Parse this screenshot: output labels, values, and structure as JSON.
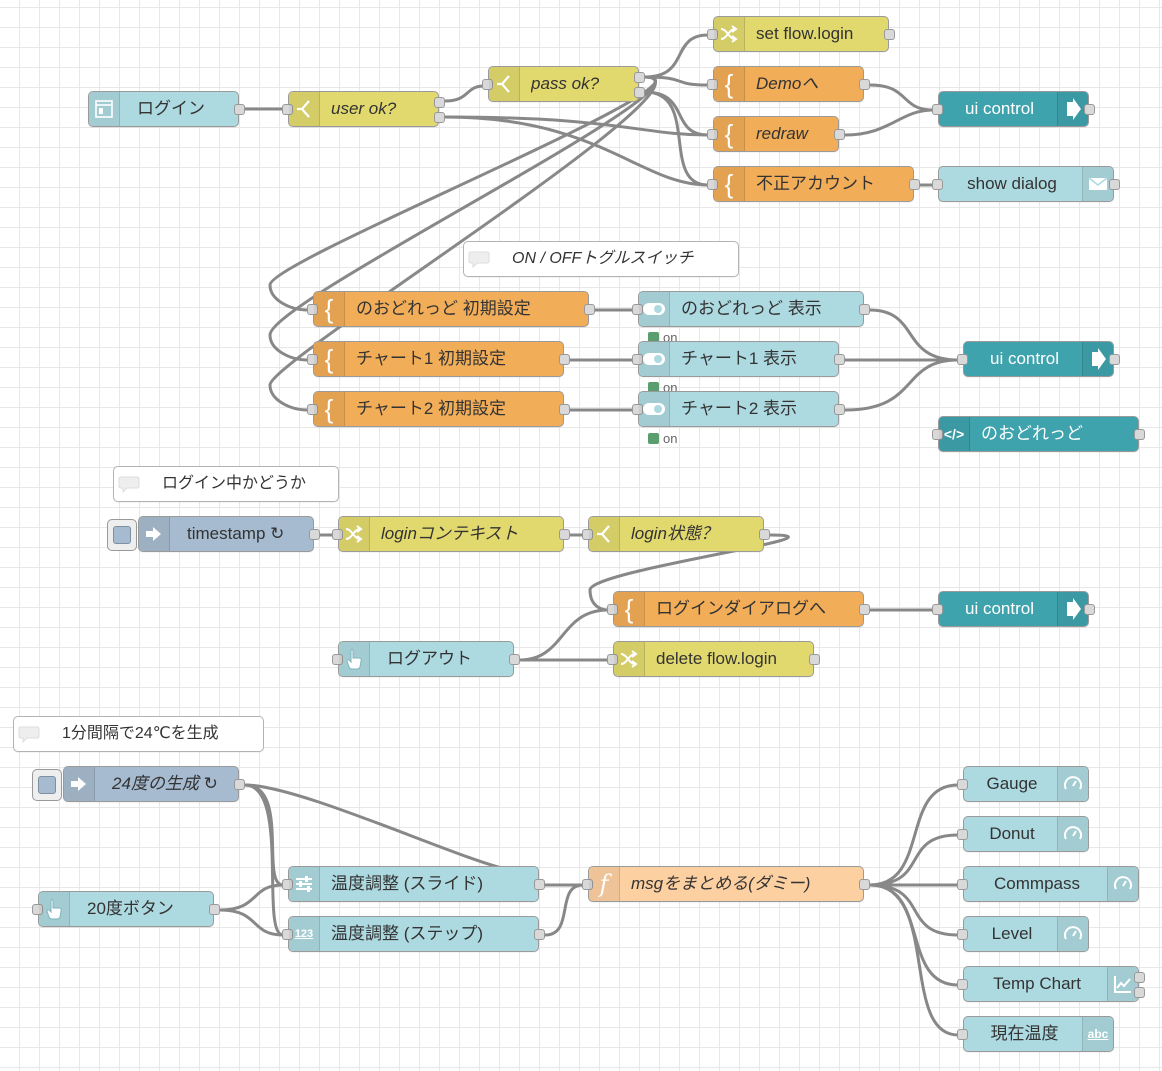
{
  "nodes": {
    "login_form": {
      "label": "ログイン",
      "icon": "form-icon"
    },
    "user_ok": {
      "label": "user ok?",
      "icon": "switch-icon"
    },
    "pass_ok": {
      "label": "pass ok?",
      "icon": "switch-icon"
    },
    "set_flow_login": {
      "label": "set flow.login",
      "icon": "shuffle-icon"
    },
    "demo_fn": {
      "label": "Demoへ",
      "icon": "brace-icon"
    },
    "redraw_fn": {
      "label": "redraw",
      "icon": "brace-icon"
    },
    "invalid_account": {
      "label": "不正アカウント",
      "icon": "brace-icon"
    },
    "ui_control_1": {
      "label": "ui control",
      "icon": "arrow-right-icon"
    },
    "show_dialog": {
      "label": "show dialog",
      "icon": "envelope-icon"
    },
    "comment_toggle": {
      "label": "ON / OFFトグルスイッチ"
    },
    "nodored_init": {
      "label": "のおどれっど 初期設定",
      "icon": "brace-icon"
    },
    "chart1_init": {
      "label": "チャート1 初期設定",
      "icon": "brace-icon"
    },
    "chart2_init": {
      "label": "チャート2 初期設定",
      "icon": "brace-icon"
    },
    "nodored_show": {
      "label": "のおどれっど 表示",
      "icon": "toggle-icon",
      "status": "on"
    },
    "chart1_show": {
      "label": "チャート1 表示",
      "icon": "toggle-icon",
      "status": "on"
    },
    "chart2_show": {
      "label": "チャート2 表示",
      "icon": "toggle-icon",
      "status": "on"
    },
    "ui_control_2": {
      "label": "ui control",
      "icon": "arrow-right-icon"
    },
    "nodored_template": {
      "label": "のおどれっど",
      "icon": "code-icon"
    },
    "comment_login_check": {
      "label": "ログイン中かどうか"
    },
    "timestamp_inject": {
      "label": "timestamp ↻",
      "icon": "inject-arrow-icon"
    },
    "login_context": {
      "label": "loginコンテキスト",
      "icon": "shuffle-icon"
    },
    "login_state": {
      "label": "login状態？",
      "icon": "switch-icon"
    },
    "to_login_dialog": {
      "label": "ログインダイアログへ",
      "icon": "brace-icon"
    },
    "ui_control_3": {
      "label": "ui control",
      "icon": "arrow-right-icon"
    },
    "logout_button": {
      "label": "ログアウト",
      "icon": "hand-pointer-icon"
    },
    "delete_flow_login": {
      "label": "delete flow.login",
      "icon": "shuffle-icon"
    },
    "comment_generate": {
      "label": "1分間隔で24℃を生成"
    },
    "inject_24": {
      "label": "24度の生成 ↻",
      "icon": "inject-arrow-icon"
    },
    "button_20": {
      "label": "20度ボタン",
      "icon": "hand-pointer-icon"
    },
    "slider_temp": {
      "label": "温度調整 (スライド)",
      "icon": "slider-icon"
    },
    "numeric_temp": {
      "label": "温度調整 (ステップ)",
      "icon": "numeric-icon"
    },
    "merge_msg": {
      "label": "msgをまとめる(ダミー)",
      "icon": "function-f-icon"
    },
    "gauge": {
      "label": "Gauge",
      "icon": "gauge-icon"
    },
    "donut": {
      "label": "Donut",
      "icon": "gauge-icon"
    },
    "compass": {
      "label": "Commpass",
      "icon": "gauge-icon"
    },
    "level": {
      "label": "Level",
      "icon": "gauge-icon"
    },
    "temp_chart": {
      "label": "Temp Chart",
      "icon": "chart-icon"
    },
    "current_temp": {
      "label": "現在温度",
      "icon": "abc-text-icon"
    }
  },
  "colors": {
    "function": "#f2ad58",
    "function_light": "#fdd0a2",
    "switch_change": "#e2d96e",
    "dashboard": "#add9e0",
    "ui_control": "#3ea3ad",
    "inject": "#a6bbcf",
    "status_green": "#5a9e6f",
    "wire": "#888888"
  }
}
